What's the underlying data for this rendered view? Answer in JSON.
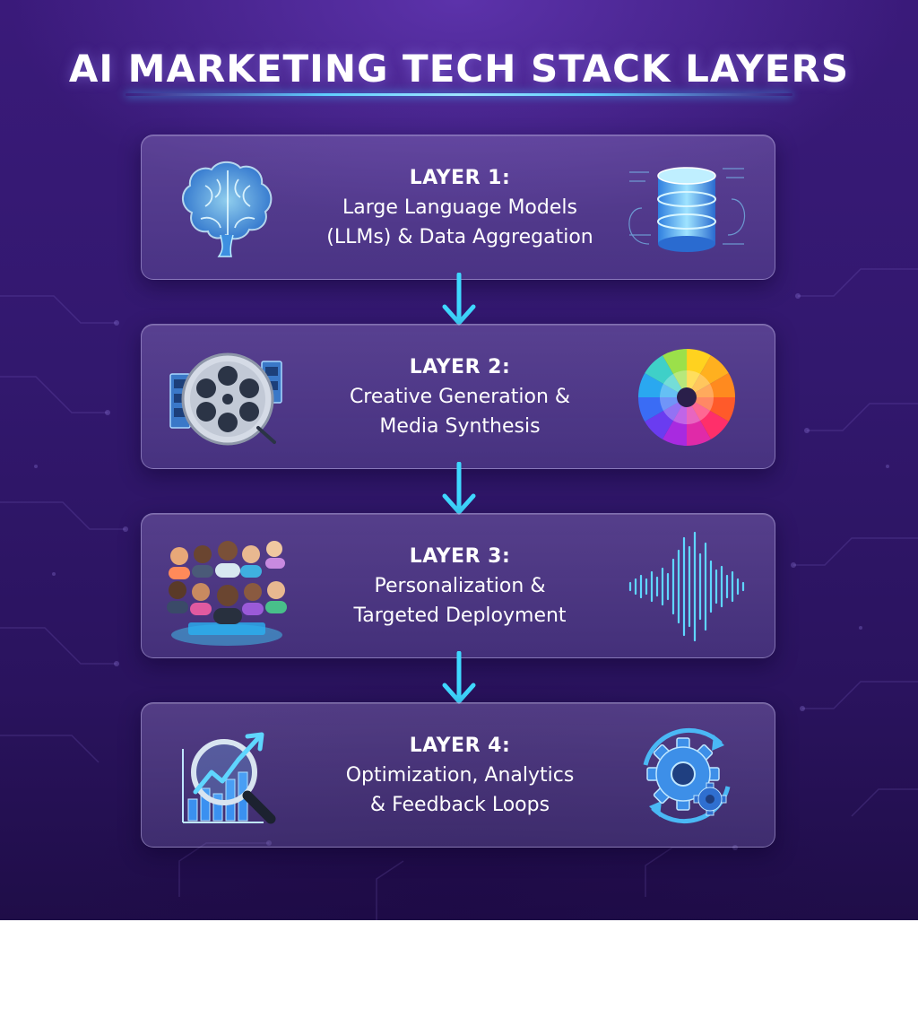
{
  "title": "AI MARKETING TECH STACK LAYERS",
  "colors": {
    "background": "#32186e",
    "accent_cyan": "#3fd8ff",
    "card_border": "#c8bef0",
    "text": "#ffffff"
  },
  "layers": [
    {
      "label": "LAYER 1:",
      "line1": "Large Language Models",
      "line2": "(LLMs) & Data Aggregation",
      "left_icon": "brain-icon",
      "right_icon": "database-icon"
    },
    {
      "label": "LAYER 2:",
      "line1": "Creative Generation &",
      "line2": "Media Synthesis",
      "left_icon": "film-reel-icon",
      "right_icon": "color-wheel-icon"
    },
    {
      "label": "LAYER 3:",
      "line1": "Personalization &",
      "line2": "Targeted Deployment",
      "left_icon": "audience-group-icon",
      "right_icon": "sound-wave-icon"
    },
    {
      "label": "LAYER 4:",
      "line1": "Optimization, Analytics",
      "line2": "& Feedback Loops",
      "left_icon": "analytics-magnifier-icon",
      "right_icon": "gear-cycle-icon"
    }
  ]
}
